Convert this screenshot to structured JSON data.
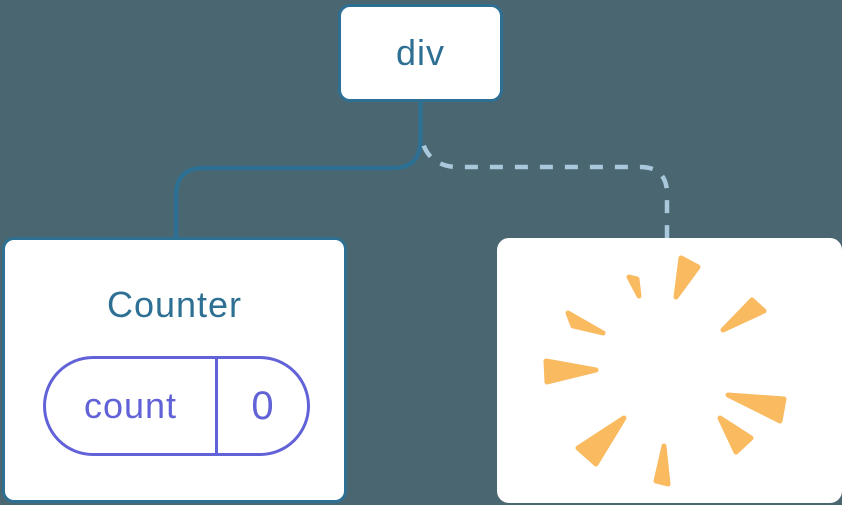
{
  "colors": {
    "background": "#4A6670",
    "steel_blue": "#2E7093",
    "dashed_blue": "#A9C8DC",
    "indigo": "#6262D8",
    "orange": "#F9BA60",
    "card_white": "#FFFFFF"
  },
  "tree": {
    "root_label": "div",
    "counter": {
      "title": "Counter",
      "state_key": "count",
      "state_value": "0"
    },
    "removed": {
      "icon": "poof-burst-icon"
    }
  }
}
